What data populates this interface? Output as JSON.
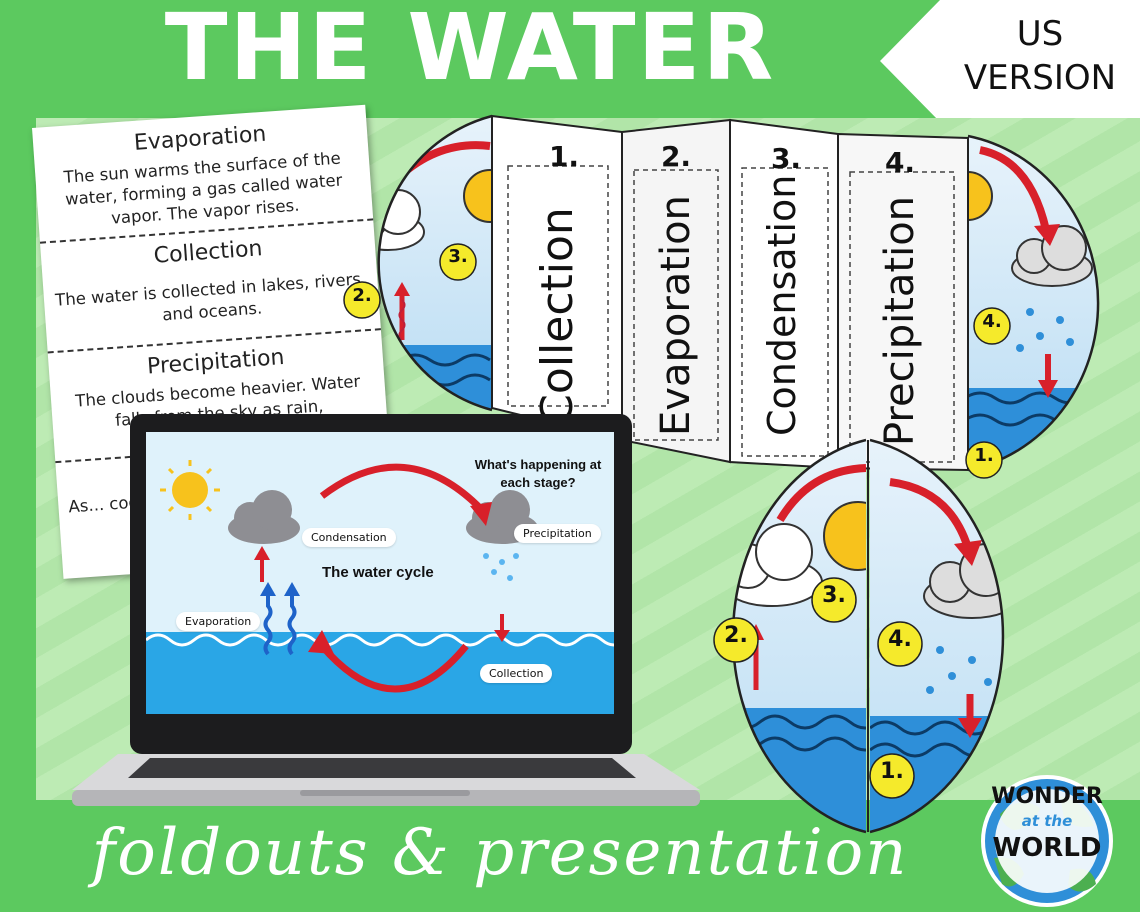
{
  "header": {
    "title": "THE WATER CYCLE",
    "version_line1": "US",
    "version_line2": "VERSION"
  },
  "cards": [
    {
      "title": "Evaporation",
      "text": "The sun warms the surface of the water, forming a gas called water vapor. The vapor rises."
    },
    {
      "title": "Collection",
      "text": "The water is collected in lakes, rivers, and oceans."
    },
    {
      "title": "Precipitation",
      "text": "The clouds become heavier. Water falls from the sky as rain,"
    },
    {
      "title": "",
      "text": "As... cools... t..."
    }
  ],
  "foldout": {
    "panels": [
      {
        "number": "1.",
        "label": "Collection"
      },
      {
        "number": "2.",
        "label": "Evaporation"
      },
      {
        "number": "3.",
        "label": "Condensation"
      },
      {
        "number": "4.",
        "label": "Precipitation"
      }
    ],
    "badges": [
      "1.",
      "2.",
      "3.",
      "4."
    ]
  },
  "presentation": {
    "question": "What's happening at each stage?",
    "title": "The water cycle",
    "labels": {
      "condensation": "Condensation",
      "precipitation": "Precipitation",
      "evaporation": "Evaporation",
      "collection": "Collection"
    }
  },
  "footer": {
    "tagline": "foldouts & presentation",
    "logo_line1": "WONDER",
    "logo_line2": "at the",
    "logo_line3": "WORLD"
  },
  "colors": {
    "background": "#5cc95f",
    "sky": "#dff2fb",
    "water": "#2aa6e6",
    "arrow": "#d8202a",
    "sun": "#f7c21c",
    "badge": "#f5ea2b"
  }
}
